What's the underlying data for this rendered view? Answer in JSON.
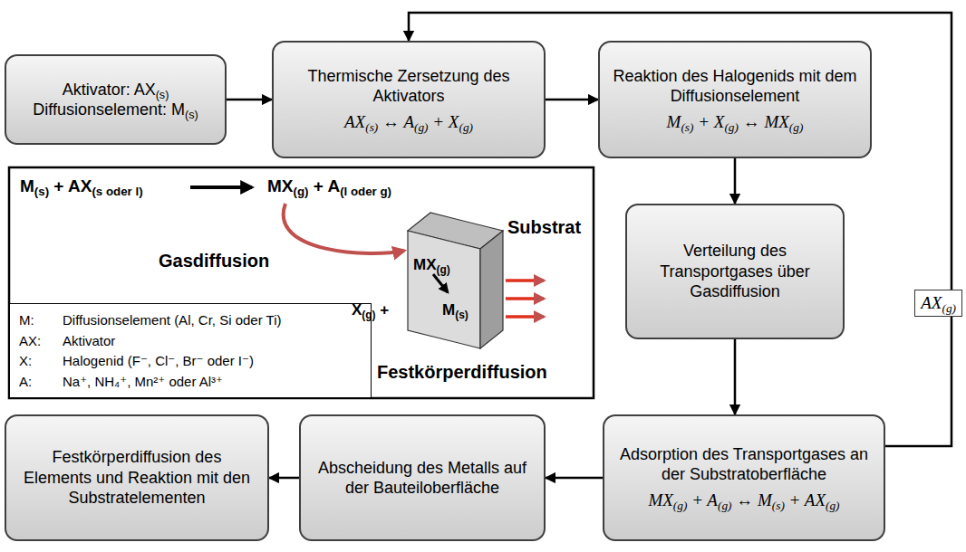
{
  "diagram": {
    "nodes": [
      {
        "text": [
          "Aktivator: AX(s)",
          "Diffusionselement: M(s)"
        ]
      },
      {
        "text": [
          "Thermische Zersetzung des Aktivators",
          "AX(s) ↔ A(g) + X(g)"
        ]
      },
      {
        "text": [
          "Reaktion des Halogenids mit dem Diffusionselement",
          "M(s) + X(g) ↔ MX(g)"
        ]
      },
      {
        "text": [
          "Verteilung des Transportgases über Gasdiffusion"
        ]
      },
      {
        "text": [
          "Adsorption des Transportgases an der Substratoberfläche",
          "MX(g) + A(g) ↔ M(s) + AX(g)"
        ]
      },
      {
        "text": [
          "Abscheidung des Metalls auf der Bauteiloberfläche"
        ]
      },
      {
        "text": [
          "Festkörperdiffusion des Elements und Reaktion mit den Substratelementen"
        ]
      },
      {
        "text": [
          "M:",
          "Diffusionselement (Al, Cr, Si oder Ti)",
          "AX:",
          "Aktivator",
          "X:",
          "Halogenid (F⁻, Cl⁻, Br⁻ oder I⁻)",
          "A:",
          "Na⁺, NH₄⁺, Mn²⁺ oder Al³⁺"
        ]
      }
    ],
    "edges": [
      {
        "from": 0,
        "to": 1,
        "arrow": "to"
      },
      {
        "from": 1,
        "to": 2,
        "arrow": "to"
      },
      {
        "from": 2,
        "to": 3,
        "arrow": "to"
      },
      {
        "from": 3,
        "to": 4,
        "arrow": "to"
      },
      {
        "from": 4,
        "to": 5,
        "arrow": "to"
      },
      {
        "from": 5,
        "to": 6,
        "arrow": "to"
      },
      {
        "from": 4,
        "to": 1,
        "label": "AX(g)",
        "arrow": "to"
      }
    ],
    "labels": [
      "M(s) + AX(s oder l)",
      "MX(g) + A(l oder g)",
      "Gasdiffusion",
      "Substrat",
      "MX(g)",
      "X(g) +",
      "M(s)",
      "Festkörperdiffusion"
    ]
  }
}
